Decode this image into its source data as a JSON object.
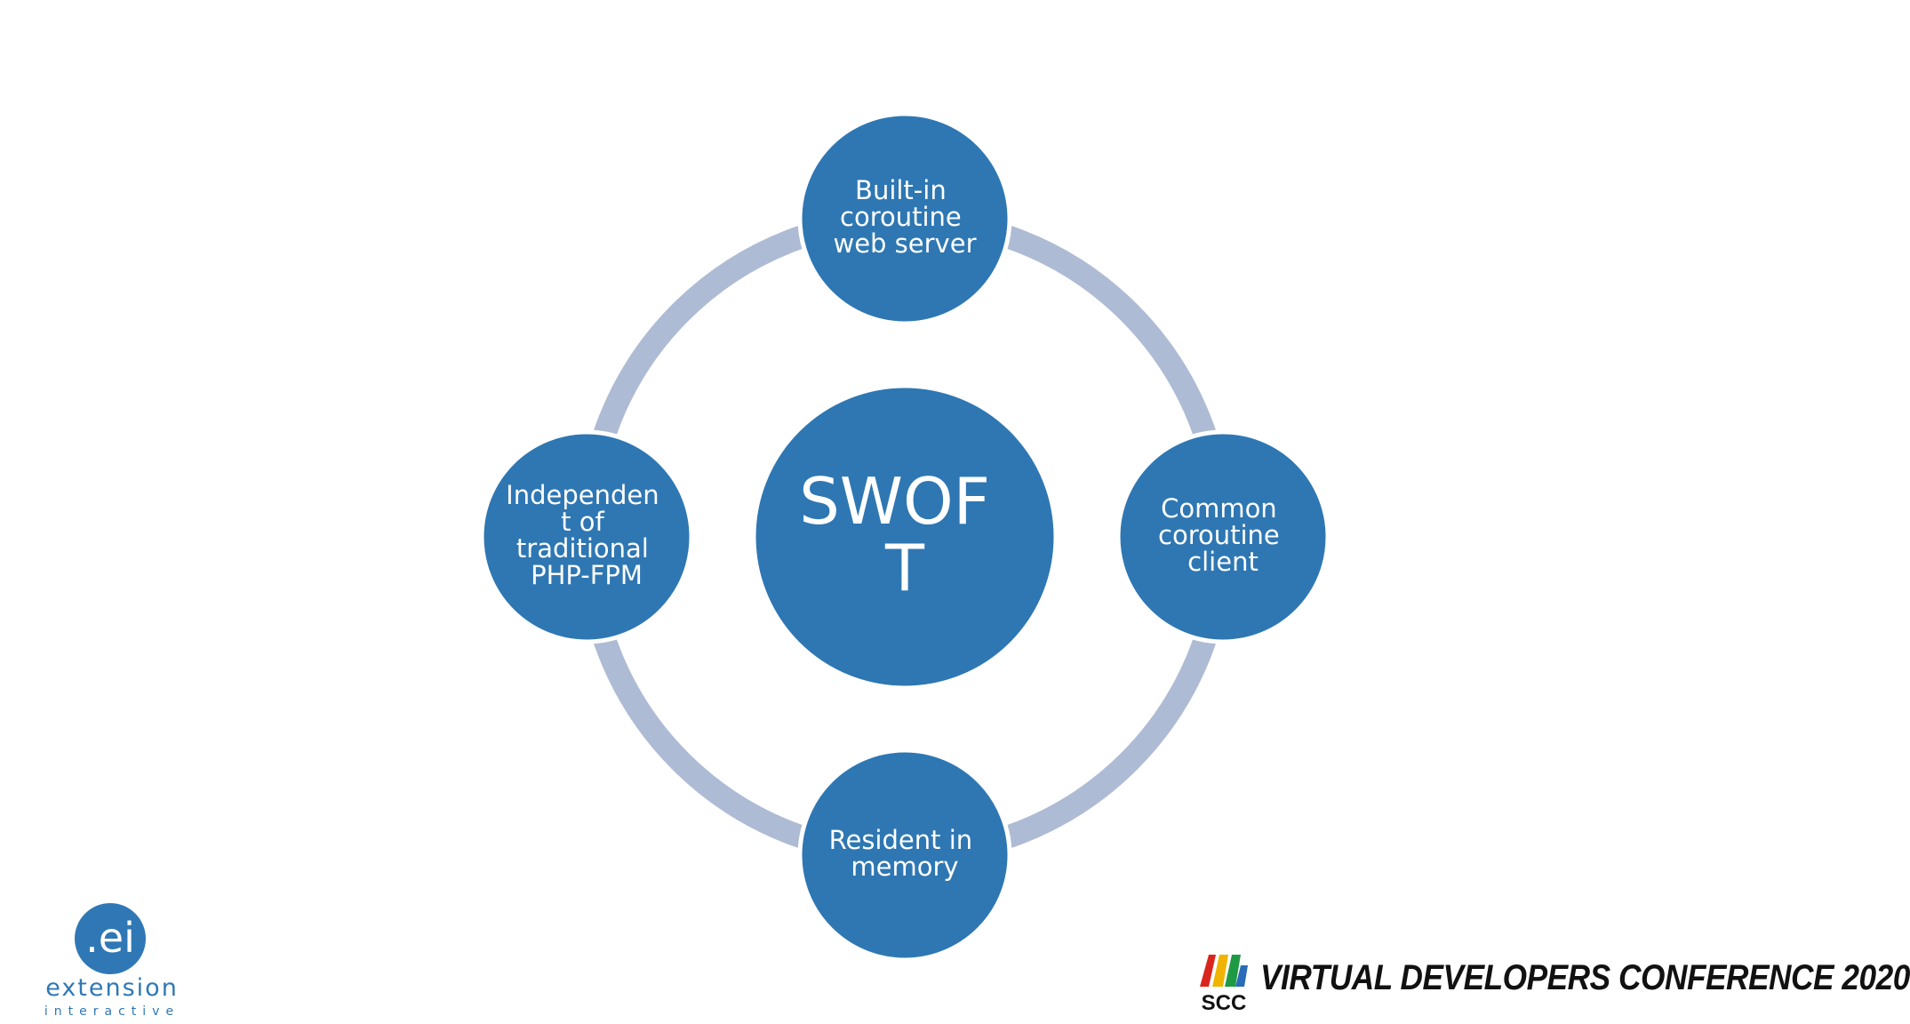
{
  "colors": {
    "node_fill": "#2e77b3",
    "ring": "#aebbd4",
    "background": "#ffffff"
  },
  "diagram": {
    "center": {
      "lines": [
        "SWOF",
        "T"
      ]
    },
    "nodes": {
      "top": {
        "lines": [
          "Built-in",
          "coroutine",
          "web server"
        ]
      },
      "right": {
        "lines": [
          "Common",
          "coroutine",
          "client"
        ]
      },
      "bottom": {
        "lines": [
          "Resident in",
          "memory"
        ]
      },
      "left": {
        "lines": [
          "Independen",
          "t of",
          "traditional",
          "PHP-FPM"
        ]
      }
    }
  },
  "footer": {
    "left_logo": {
      "mark": ".ei",
      "name": "extension",
      "tagline": "interactive"
    },
    "right_logo": {
      "mark": "SCC",
      "title": "VIRTUAL DEVELOPERS CONFERENCE 2020"
    }
  }
}
